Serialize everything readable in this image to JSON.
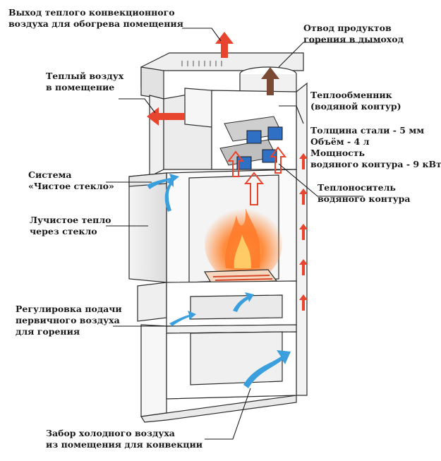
{
  "labels": {
    "warm_air_outlet": "Выход теплого конвекционного\nвоздуха для обогрева помещения",
    "flue_outlet": "Отвод продуктов\nгорения в дымоход",
    "warm_air_room": "Теплый воздух\nв помещение",
    "heat_exchanger": "Теплообменник\n(водяной контур)",
    "specs": "Толщина стали - 5 мм\nОбъём - 4 л\nМощность\nводяного контура - 9 кВт",
    "clean_glass": "Система\n«Чистое стекло»",
    "coolant": "Теплоноситель\nводяного контура",
    "radiant_heat": "Лучистое тепло\nчерез стекло",
    "primary_air": "Регулировка подачи\nпервичного воздуха\nдля горения",
    "cold_air_intake": "Забор холодного воздуха\nиз помещения для конвекции"
  },
  "colors": {
    "hot_arrow": "#e8452f",
    "cold_arrow": "#3a9fdc",
    "flue_arrow": "#7a4a35",
    "water_block": "#2f6fc4",
    "flame": "#ff7a2a",
    "steel": "#e9e9e9"
  }
}
